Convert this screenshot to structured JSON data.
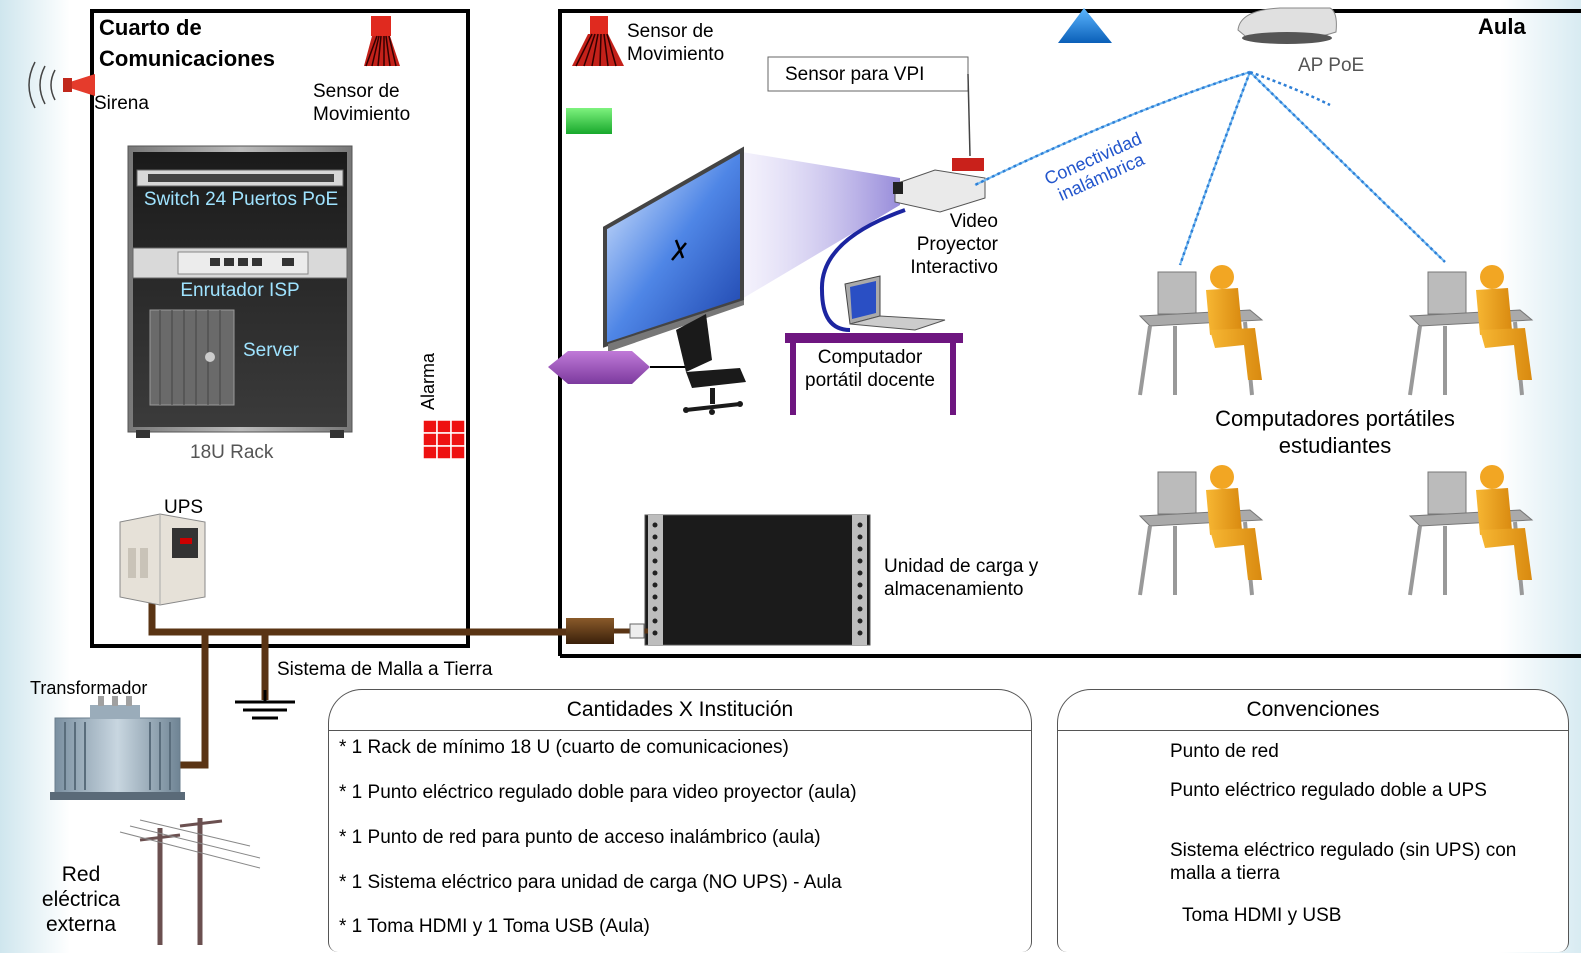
{
  "comm_room": {
    "title": "Cuarto de Comunicaciones",
    "siren": "Sirena",
    "motion_sensor": "Sensor de Movimiento",
    "switch": "Switch 24 Puertos PoE",
    "router": "Enrutador ISP",
    "server": "Server",
    "rack": "18U Rack",
    "alarm": "Alarma",
    "ups": "UPS"
  },
  "classroom": {
    "title": "Aula",
    "motion_sensor": "Sensor de Movimiento",
    "vpi_sensor": "Sensor para VPI",
    "ap": "AP PoE",
    "wireless": "Conectividad inalámbrica",
    "projector": "Video Proyector Interactivo",
    "teacher_laptop": "Computador portátil docente",
    "student_laptops": "Computadores portátiles estudiantes",
    "charging_unit": "Unidad de carga y almacenamiento"
  },
  "outside": {
    "ground": "Sistema de Malla a Tierra",
    "transformer": "Transformador",
    "grid": "Red eléctrica externa"
  },
  "quantities": {
    "title": "Cantidades X Institución",
    "items": [
      "* 1 Rack de mínimo 18 U (cuarto de comunicaciones)",
      "* 1 Punto eléctrico regulado doble para video proyector (aula)",
      "* 1 Punto de red para punto de acceso inalámbrico (aula)",
      "* 1 Sistema eléctrico para unidad de carga (NO UPS) - Aula",
      "* 1 Toma HDMI y 1 Toma USB (Aula)"
    ]
  },
  "conventions": {
    "title": "Convenciones",
    "items": [
      {
        "label": "Punto de red",
        "icon": "blue-triangle-icon",
        "color": "#1f7fd1"
      },
      {
        "label": "Punto eléctrico regulado doble a UPS",
        "icon": "green-block-icon",
        "color": "#2bc43a"
      },
      {
        "label": "Sistema eléctrico regulado (sin UPS) con malla a tierra",
        "icon": "brown-block-icon",
        "color": "#5a3414"
      },
      {
        "label": "Toma HDMI y USB",
        "icon": "purple-hexagon-icon",
        "color": "#9b59b6"
      }
    ]
  }
}
